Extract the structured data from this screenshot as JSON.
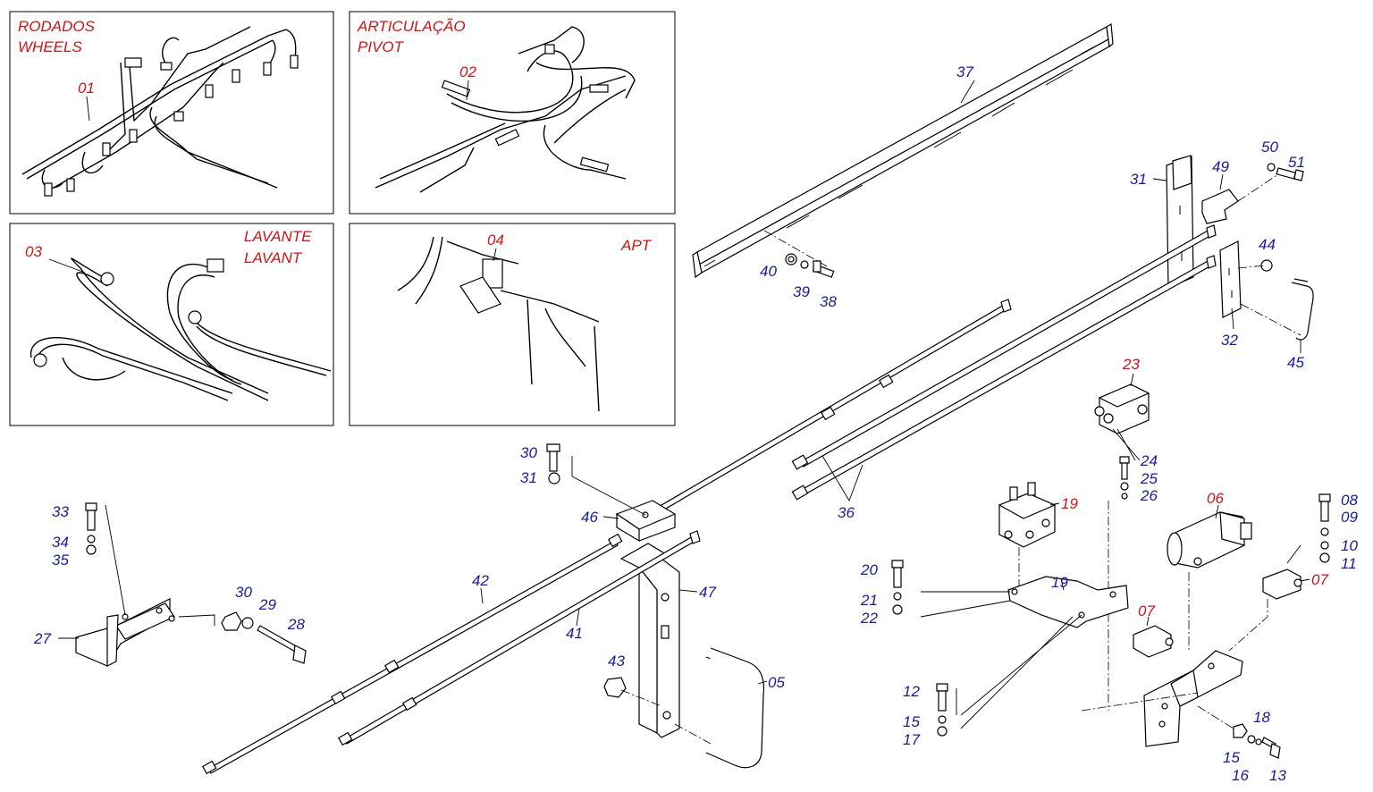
{
  "colors": {
    "callout_blue": "#1a1aa6",
    "callout_red": "#d11414",
    "line": "#000000"
  },
  "insets": {
    "wheels": {
      "title_pt": "RODADOS",
      "title_fr": "WHEELS",
      "callout": "01"
    },
    "pivot": {
      "title_pt": "ARTICULAÇÃO",
      "title_fr": "PIVOT",
      "callout": "02"
    },
    "lift": {
      "title_pt": "LAVANTE",
      "title_fr": "LAVANT",
      "callout": "03"
    },
    "apt": {
      "title": "APT",
      "callout": "04"
    }
  },
  "callouts": {
    "n05": "05",
    "n06": "06",
    "n07a": "07",
    "n07b": "07",
    "n08": "08",
    "n09": "09",
    "n10": "10",
    "n11": "11",
    "n12": "12",
    "n13": "13",
    "n15a": "15",
    "n15b": "15",
    "n16": "16",
    "n17": "17",
    "n18": "18",
    "n19a": "19",
    "n19b": "19",
    "n20": "20",
    "n21": "21",
    "n22": "22",
    "n23": "23",
    "n24": "24",
    "n25": "25",
    "n26": "26",
    "n27": "27",
    "n28": "28",
    "n29": "29",
    "n30a": "30",
    "n30b": "30",
    "n31a": "31",
    "n31b": "31",
    "n32": "32",
    "n33": "33",
    "n34": "34",
    "n35": "35",
    "n36": "36",
    "n37": "37",
    "n38": "38",
    "n39": "39",
    "n40": "40",
    "n41": "41",
    "n42": "42",
    "n43": "43",
    "n44": "44",
    "n45": "45",
    "n46": "46",
    "n47": "47",
    "n49": "49",
    "n50": "50",
    "n51": "51"
  }
}
